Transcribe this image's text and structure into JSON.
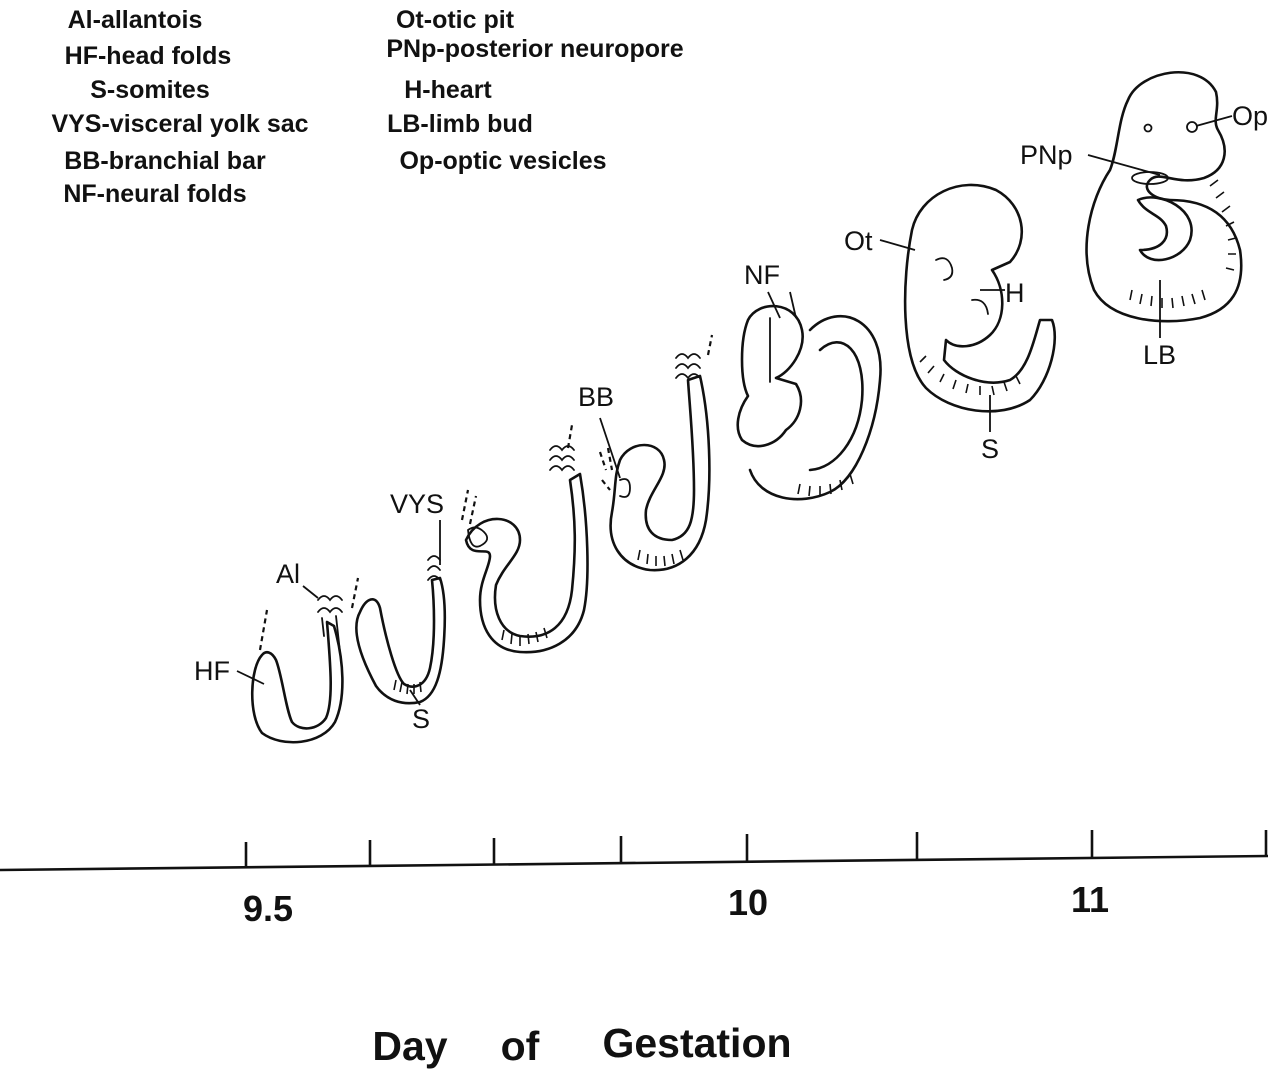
{
  "legend": {
    "left": [
      "Al-allantois",
      "HF-head folds",
      "S-somites",
      "VYS-visceral yolk sac",
      "BB-branchial bar",
      "NF-neural folds"
    ],
    "right": [
      "Ot-otic pit",
      "PNp-posterior neuropore",
      "H-heart",
      "LB-limb bud",
      "Op-optic vesicles"
    ]
  },
  "labels": {
    "HF": "HF",
    "Al": "Al",
    "S1": "S",
    "VYS": "VYS",
    "BB": "BB",
    "NF": "NF",
    "Ot": "Ot",
    "H": "H",
    "S2": "S",
    "PNp": "PNp",
    "Op": "Op",
    "LB": "LB"
  },
  "axis": {
    "tick_labels": [
      "9.5",
      "10",
      "11"
    ],
    "title_words": [
      "Day",
      "of",
      "Gestation"
    ]
  }
}
